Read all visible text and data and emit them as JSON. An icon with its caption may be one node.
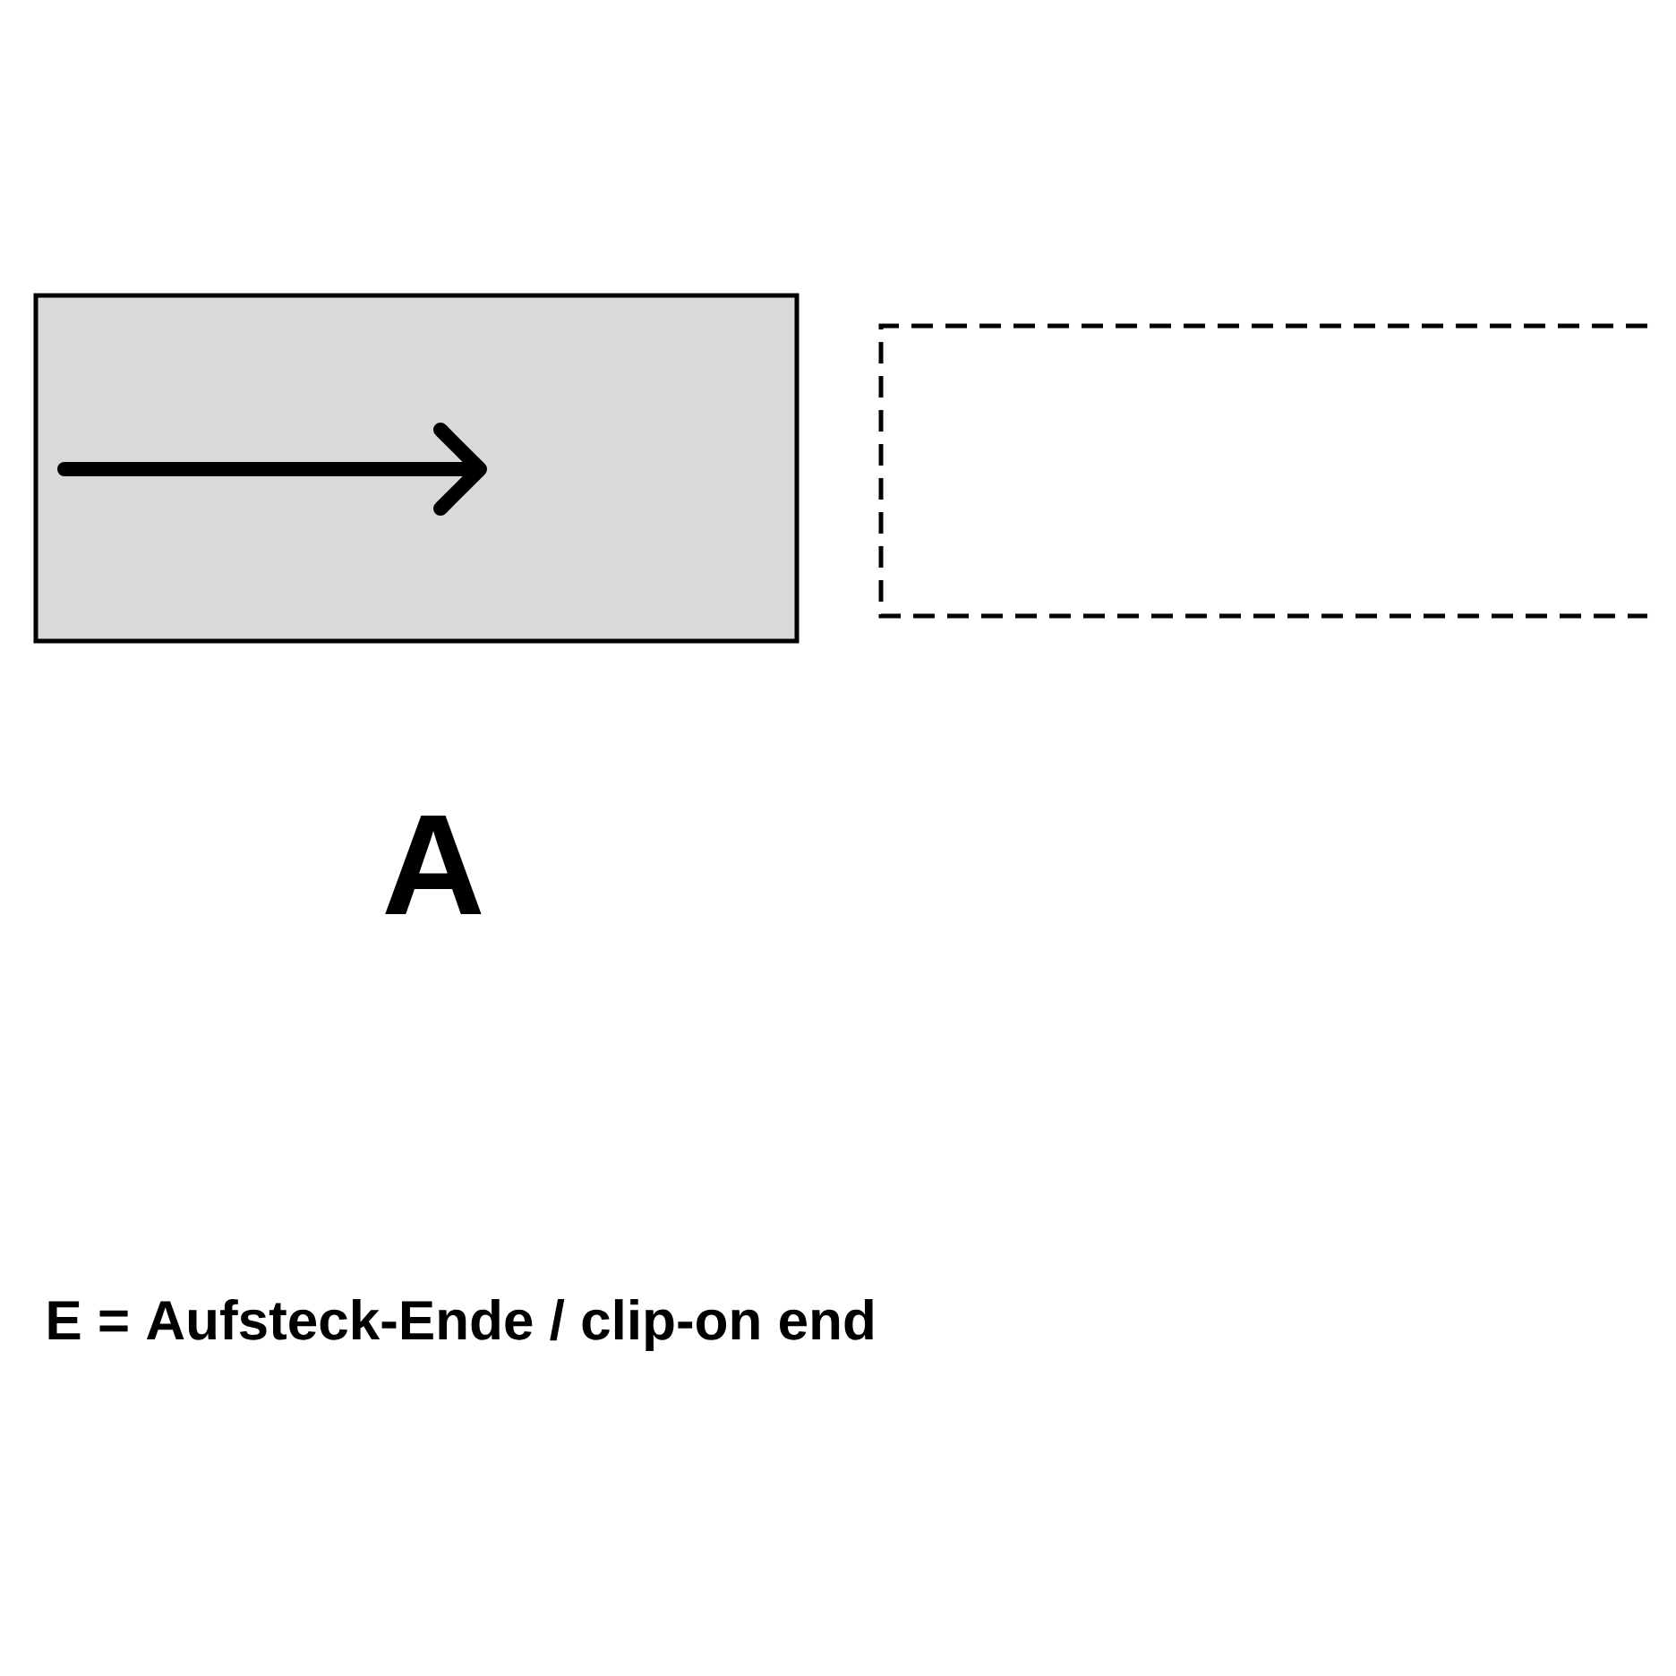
{
  "diagram": {
    "nodes": [
      {
        "text": [],
        "shape": "box",
        "beside": [
          "A"
        ]
      },
      {
        "text": [],
        "shape": "box"
      }
    ],
    "labels": [
      "E = Aufsteck-Ende / clip-on end"
    ]
  }
}
